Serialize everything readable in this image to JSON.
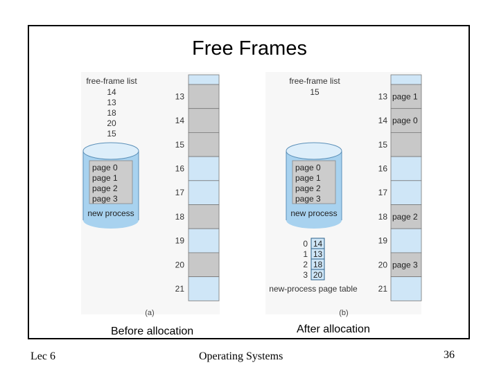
{
  "slide_title": "Free Frames",
  "panel_a": {
    "free_list_label": "free-frame list",
    "free_list": [
      "14",
      "13",
      "18",
      "20",
      "15"
    ],
    "disk_pages": [
      "page 0",
      "page 1",
      "page 2",
      "page 3"
    ],
    "disk_label": "new process",
    "frames": [
      {
        "num": "13",
        "content": ""
      },
      {
        "num": "14",
        "content": ""
      },
      {
        "num": "15",
        "content": ""
      },
      {
        "num": "16",
        "content": ""
      },
      {
        "num": "17",
        "content": ""
      },
      {
        "num": "18",
        "content": ""
      },
      {
        "num": "19",
        "content": ""
      },
      {
        "num": "20",
        "content": ""
      },
      {
        "num": "21",
        "content": ""
      }
    ],
    "frame_fill": [
      "free",
      "free",
      "free",
      "used",
      "used",
      "free",
      "used",
      "free",
      "used"
    ],
    "tag": "(a)",
    "caption": "Before allocation"
  },
  "panel_b": {
    "free_list_label": "free-frame list",
    "free_list": [
      "15"
    ],
    "disk_pages": [
      "page 0",
      "page 1",
      "page 2",
      "page 3"
    ],
    "disk_label": "new process",
    "frames": [
      {
        "num": "13",
        "content": "page 1"
      },
      {
        "num": "14",
        "content": "page 0"
      },
      {
        "num": "15",
        "content": ""
      },
      {
        "num": "16",
        "content": ""
      },
      {
        "num": "17",
        "content": ""
      },
      {
        "num": "18",
        "content": "page 2"
      },
      {
        "num": "19",
        "content": ""
      },
      {
        "num": "20",
        "content": "page 3"
      },
      {
        "num": "21",
        "content": ""
      }
    ],
    "frame_fill": [
      "page",
      "page",
      "free",
      "used",
      "used",
      "page",
      "used",
      "page",
      "used"
    ],
    "page_table": {
      "indices": [
        "0",
        "1",
        "2",
        "3"
      ],
      "frames": [
        "14",
        "13",
        "18",
        "20"
      ],
      "label": "new-process page table"
    },
    "tag": "(b)",
    "caption": "After allocation"
  },
  "colors": {
    "used_frame": "#cfe6f7",
    "free_frame": "#c8c8c8",
    "page_frame": "#c8c8c8",
    "disk_blue": "#a8d2ef",
    "disk_page_box": "#cccccc",
    "page_table_cell": "#cfe6f7"
  },
  "footer": {
    "left": "Lec 6",
    "center": "Operating Systems",
    "right": "36"
  }
}
